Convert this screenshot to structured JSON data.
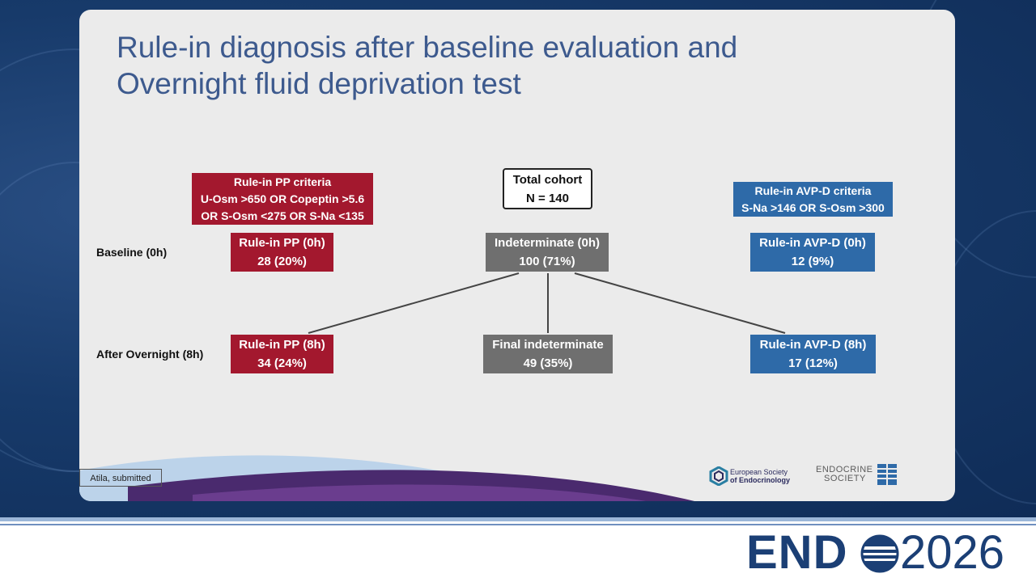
{
  "slide": {
    "title_line1": "Rule-in diagnosis after baseline evaluation and",
    "title_line2": "Overnight fluid deprivation test"
  },
  "criteria": {
    "pp": {
      "title": "Rule-in PP criteria",
      "line1": "U-Osm >650 OR Copeptin >5.6",
      "line2": "OR S-Osm <275 OR S-Na <135"
    },
    "avp": {
      "title": "Rule-in AVP-D criteria",
      "line1": "S-Na >146 OR S-Osm >300"
    }
  },
  "total": {
    "label": "Total cohort",
    "value": "N = 140"
  },
  "rows": {
    "baseline": "Baseline (0h)",
    "overnight": "After Overnight (8h)"
  },
  "nodes": {
    "pp_0h": {
      "label": "Rule-in PP (0h)",
      "value": "28 (20%)"
    },
    "ind_0h": {
      "label": "Indeterminate (0h)",
      "value": "100 (71%)"
    },
    "avp_0h": {
      "label": "Rule-in AVP-D (0h)",
      "value": "12 (9%)"
    },
    "pp_8h": {
      "label": "Rule-in PP (8h)",
      "value": "34 (24%)"
    },
    "ind_8h": {
      "label": "Final indeterminate",
      "value": "49 (35%)"
    },
    "avp_8h": {
      "label": "Rule-in AVP-D (8h)",
      "value": "17 (12%)"
    }
  },
  "citation": "Atila, submitted",
  "logos": {
    "ese_line1": "European Society",
    "ese_line2": "of Endocrinology",
    "es_line1": "ENDOCRINE",
    "es_line2": "SOCIETY"
  },
  "footer": {
    "brand": "END",
    "year": "2026"
  },
  "colors": {
    "pp": "#a3182e",
    "avp": "#2e6aa8",
    "indeterminate": "#6f6f6f",
    "title": "#3d5a8e",
    "brand": "#1b3f75"
  }
}
